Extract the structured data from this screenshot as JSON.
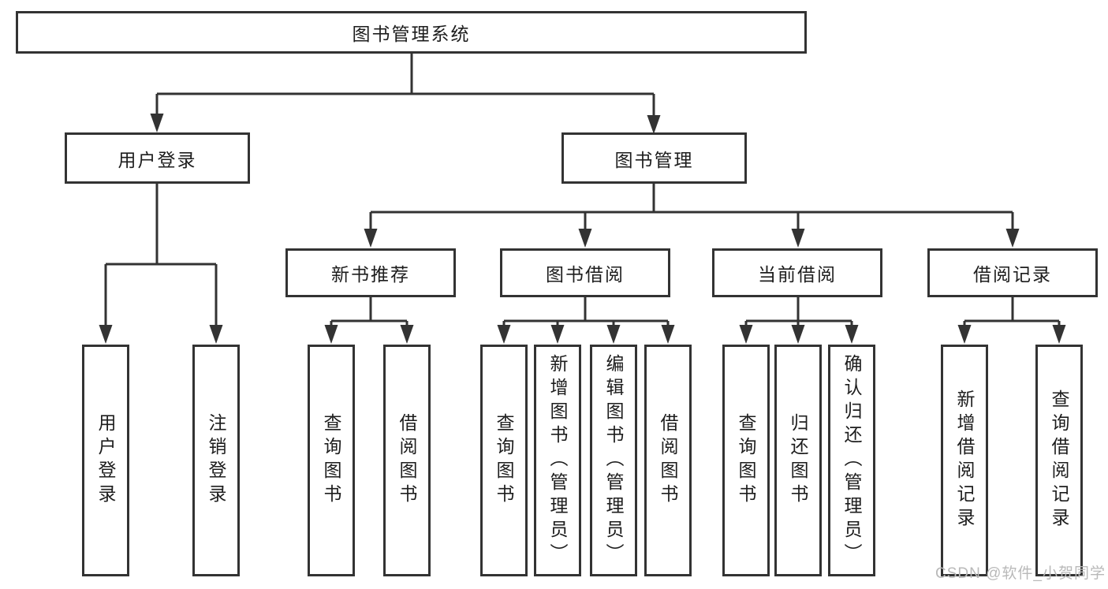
{
  "tree": {
    "root": "图书管理系统",
    "branches": [
      {
        "label": "用户登录",
        "children": [
          {
            "label": "用户登录"
          },
          {
            "label": "注销登录"
          }
        ]
      },
      {
        "label": "图书管理",
        "groups": [
          {
            "label": "新书推荐",
            "children": [
              {
                "label": "查询图书"
              },
              {
                "label": "借阅图书"
              }
            ]
          },
          {
            "label": "图书借阅",
            "children": [
              {
                "label": "查询图书"
              },
              {
                "label": "新增图书（管理员）"
              },
              {
                "label": "编辑图书（管理员）"
              },
              {
                "label": "借阅图书"
              }
            ]
          },
          {
            "label": "当前借阅",
            "children": [
              {
                "label": "查询图书"
              },
              {
                "label": "归还图书"
              },
              {
                "label": "确认归还（管理员）"
              }
            ]
          },
          {
            "label": "借阅记录",
            "children": [
              {
                "label": "新增借阅记录"
              },
              {
                "label": "查询借阅记录"
              }
            ]
          }
        ]
      }
    ]
  },
  "watermark": "CSDN @软件_小贺同学",
  "colors": {
    "bg": "#ffffff",
    "line": "#333333",
    "box-border": "#333333",
    "text": "#1d1d1d",
    "watermark": "#b9b9b9"
  }
}
